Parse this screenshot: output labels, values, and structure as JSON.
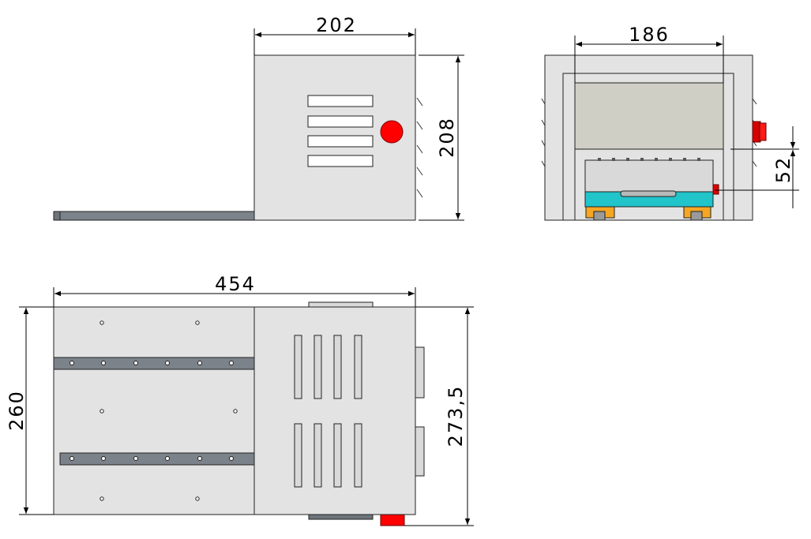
{
  "colors": {
    "panel": "#e3e3e3",
    "panel_dark": "#d9d9d9",
    "rail": "#7b8289",
    "red": "#ff0000",
    "cyan": "#20c4c9",
    "orange": "#f5a623",
    "inner": "#cfcfc6",
    "edge": "#1a1a1a"
  },
  "dimensions": {
    "side_width": "202",
    "side_height": "208",
    "end_width": "186",
    "end_height": "52",
    "top_length": "454",
    "top_depth": "260",
    "top_depth_total": "273,5"
  },
  "icons": {
    "stop_button": "red-circle-icon",
    "connector": "red-plug-icon"
  }
}
